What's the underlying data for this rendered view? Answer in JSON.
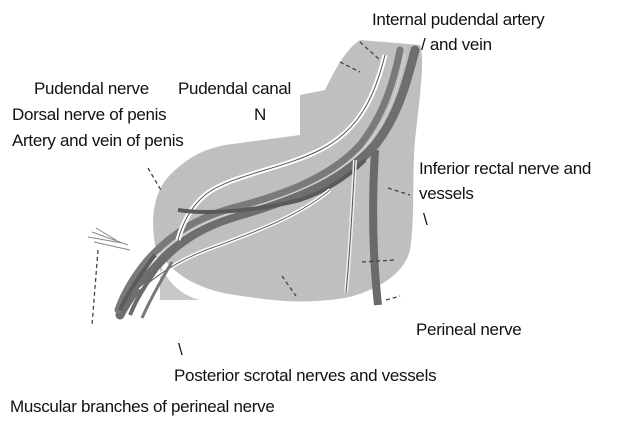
{
  "labels": {
    "internal_pudendal_line1": "Internal pudendal artery",
    "internal_pudendal_line2": "/   and vein",
    "pudendal_nerve": "Pudendal nerve",
    "pudendal_canal": "Pudendal canal",
    "dorsal_nerve": "Dorsal nerve of penis",
    "marker_n": "N",
    "artery_vein_penis": "Artery and vein of penis",
    "inferior_rectal_line1": "Inferior rectal nerve and",
    "inferior_rectal_line2": "vessels",
    "inferior_rectal_mark": "\\",
    "perineal_nerve": "Perineal nerve",
    "posterior_mark": "\\",
    "posterior_scrotal": "Posterior scrotal nerves and vessels",
    "muscular_branches": "Muscular branches of perineal nerve"
  }
}
